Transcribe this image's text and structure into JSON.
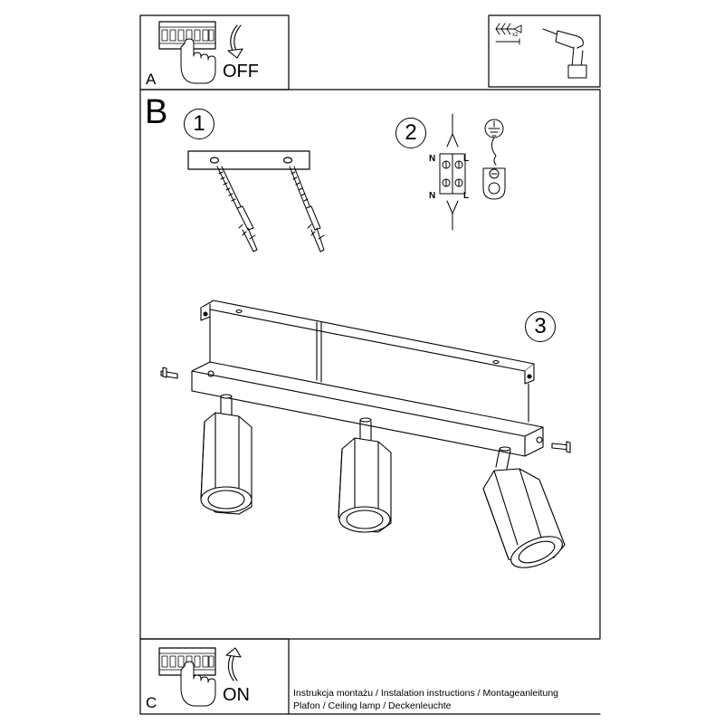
{
  "panels": {
    "a": {
      "letter": "A",
      "switch_state": "OFF"
    },
    "b": {
      "letter": "B"
    },
    "c": {
      "letter": "C",
      "switch_state": "ON"
    }
  },
  "steps": [
    "1",
    "2",
    "3"
  ],
  "wiring": {
    "top_left": "N",
    "top_right": "L",
    "bottom_left": "N",
    "bottom_right": "L"
  },
  "tools": {
    "dowel_count": "x2"
  },
  "footer": {
    "line1": "Instrukcja montażu / Instalation instructions / Montageanleitung",
    "line2": "Plafon / Ceiling lamp / Deckenleuchte"
  },
  "icons": [
    "breaker-switch-icon",
    "hand-icon",
    "rotate-arrow-icon",
    "drill-icon",
    "screw-dowel-icon",
    "ground-symbol-icon"
  ]
}
